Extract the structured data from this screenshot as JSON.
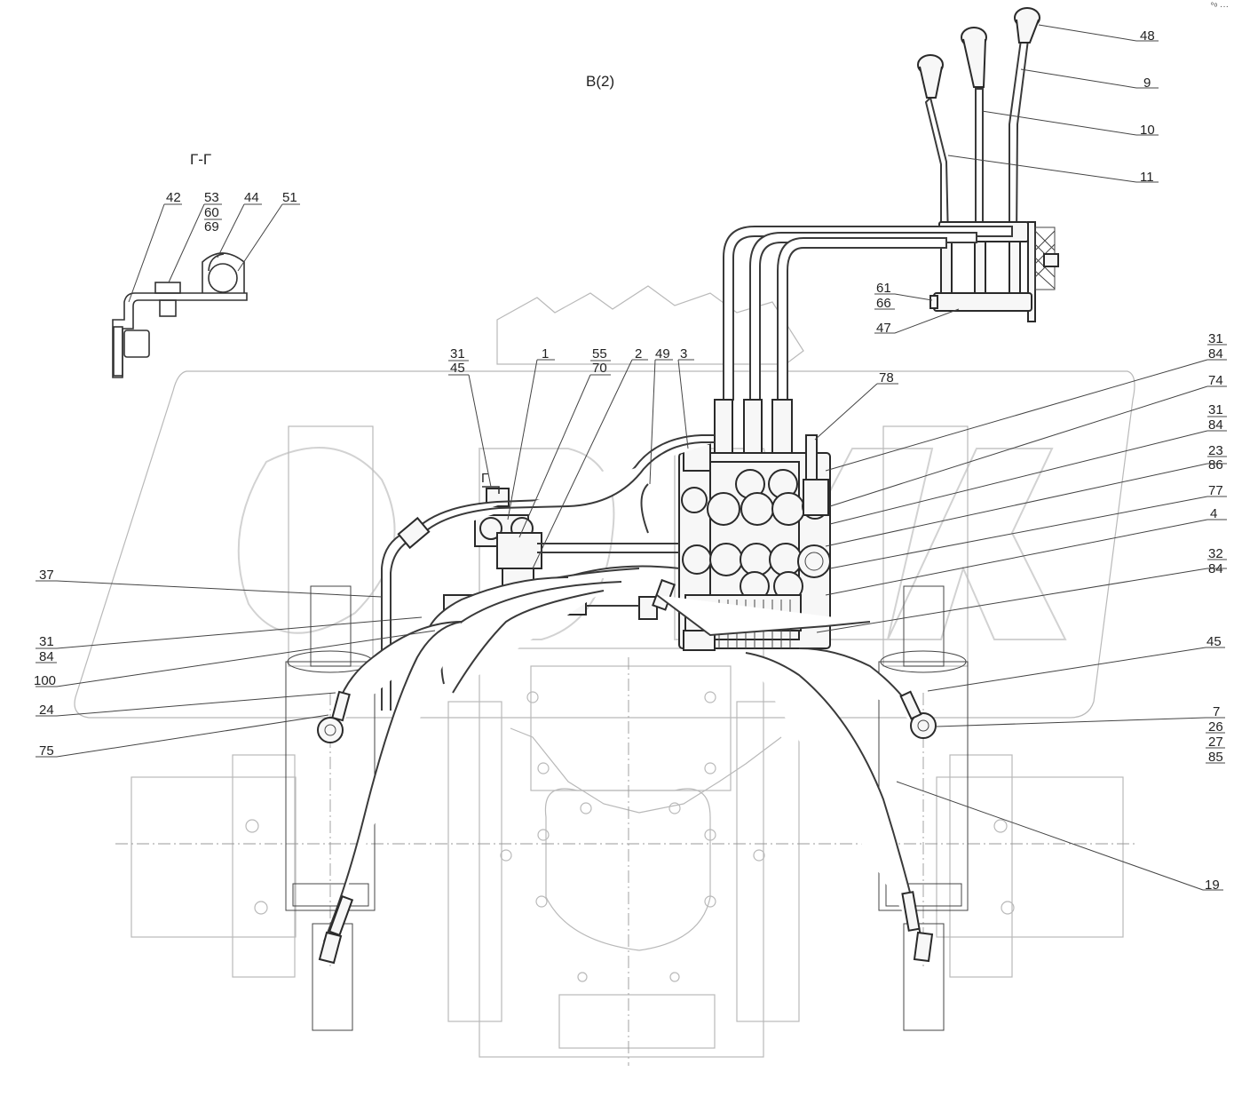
{
  "section_title": "Г-Г",
  "view_title": "В(2)",
  "section_marker": "Г",
  "corner_mark": "°ᵒ ···",
  "labels": {
    "l42": "42",
    "l53": "53",
    "l60": "60",
    "l69": "69",
    "l44": "44",
    "l51": "51",
    "l48": "48",
    "l9": "9",
    "l10": "10",
    "l11": "11",
    "l61": "61",
    "l66": "66",
    "l47": "47",
    "l31a": "31",
    "l45a": "45",
    "l1": "1",
    "l55": "55",
    "l70": "70",
    "l2": "2",
    "l49": "49",
    "l3": "3",
    "l78": "78",
    "l31b": "31",
    "l84b": "84",
    "l74": "74",
    "l31c": "31",
    "l84c": "84",
    "l23": "23",
    "l86": "86",
    "l77": "77",
    "l4": "4",
    "l32": "32",
    "l84d": "84",
    "l45b": "45",
    "l7": "7",
    "l26": "26",
    "l27": "27",
    "l85": "85",
    "l19": "19",
    "l37": "37",
    "l31d": "31",
    "l84e": "84",
    "l100": "100",
    "l24": "24",
    "l75": "75"
  }
}
